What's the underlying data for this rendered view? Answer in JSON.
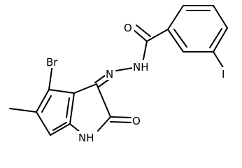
{
  "atoms": {
    "oxygen_amide": "O",
    "nitrogen_hydrazone_nh": "NH",
    "nitrogen_hydrazone_imine": "N",
    "iodine": "I",
    "bromine": "Br",
    "oxygen_lactam": "O",
    "nitrogen_indole": "NH"
  },
  "colors": {
    "bond": "#000000",
    "text": "#000000",
    "background": "#ffffff"
  }
}
